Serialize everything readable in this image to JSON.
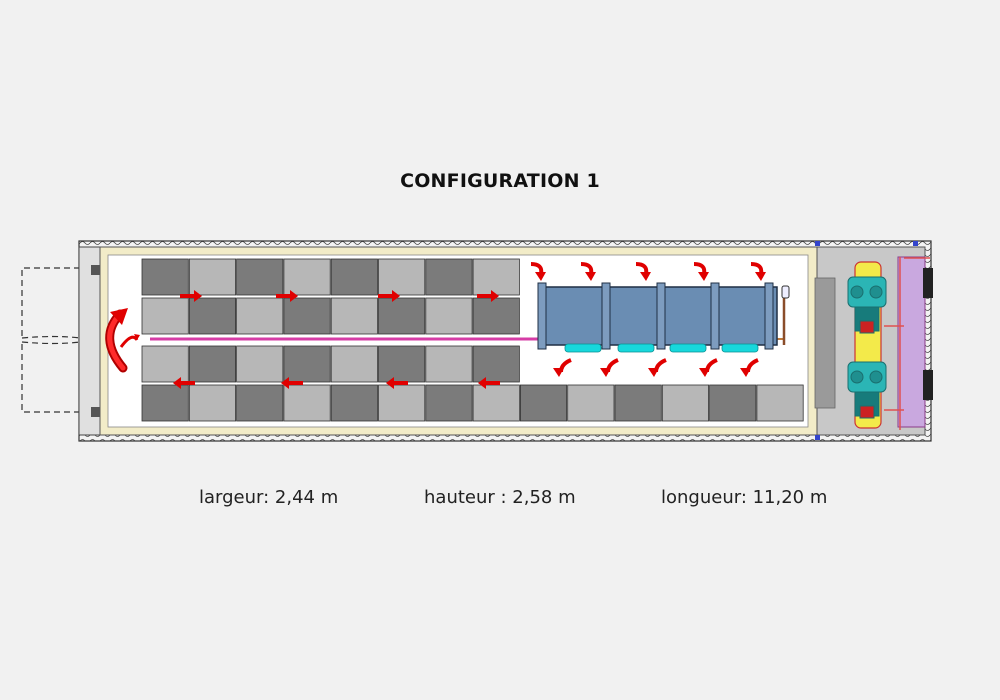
{
  "title": "CONFIGURATION 1",
  "dimensions": {
    "width": "largeur: 2,44 m",
    "height": "hauteur : 2,58 m",
    "length": "longueur: 11,20 m"
  },
  "colors": {
    "background": "#f1f1f1",
    "container_wall": "#f2ecc8",
    "crate_dark": "#7b7b7b",
    "crate_light": "#b7b7b7",
    "airflow_arrow": "#e00000",
    "evaporator": "#6a8db3",
    "fan": "#17d8dc",
    "duct": "#d63ca6",
    "machine_room": "#c7c7c7",
    "refrigeration_unit": "#c9a8df"
  }
}
